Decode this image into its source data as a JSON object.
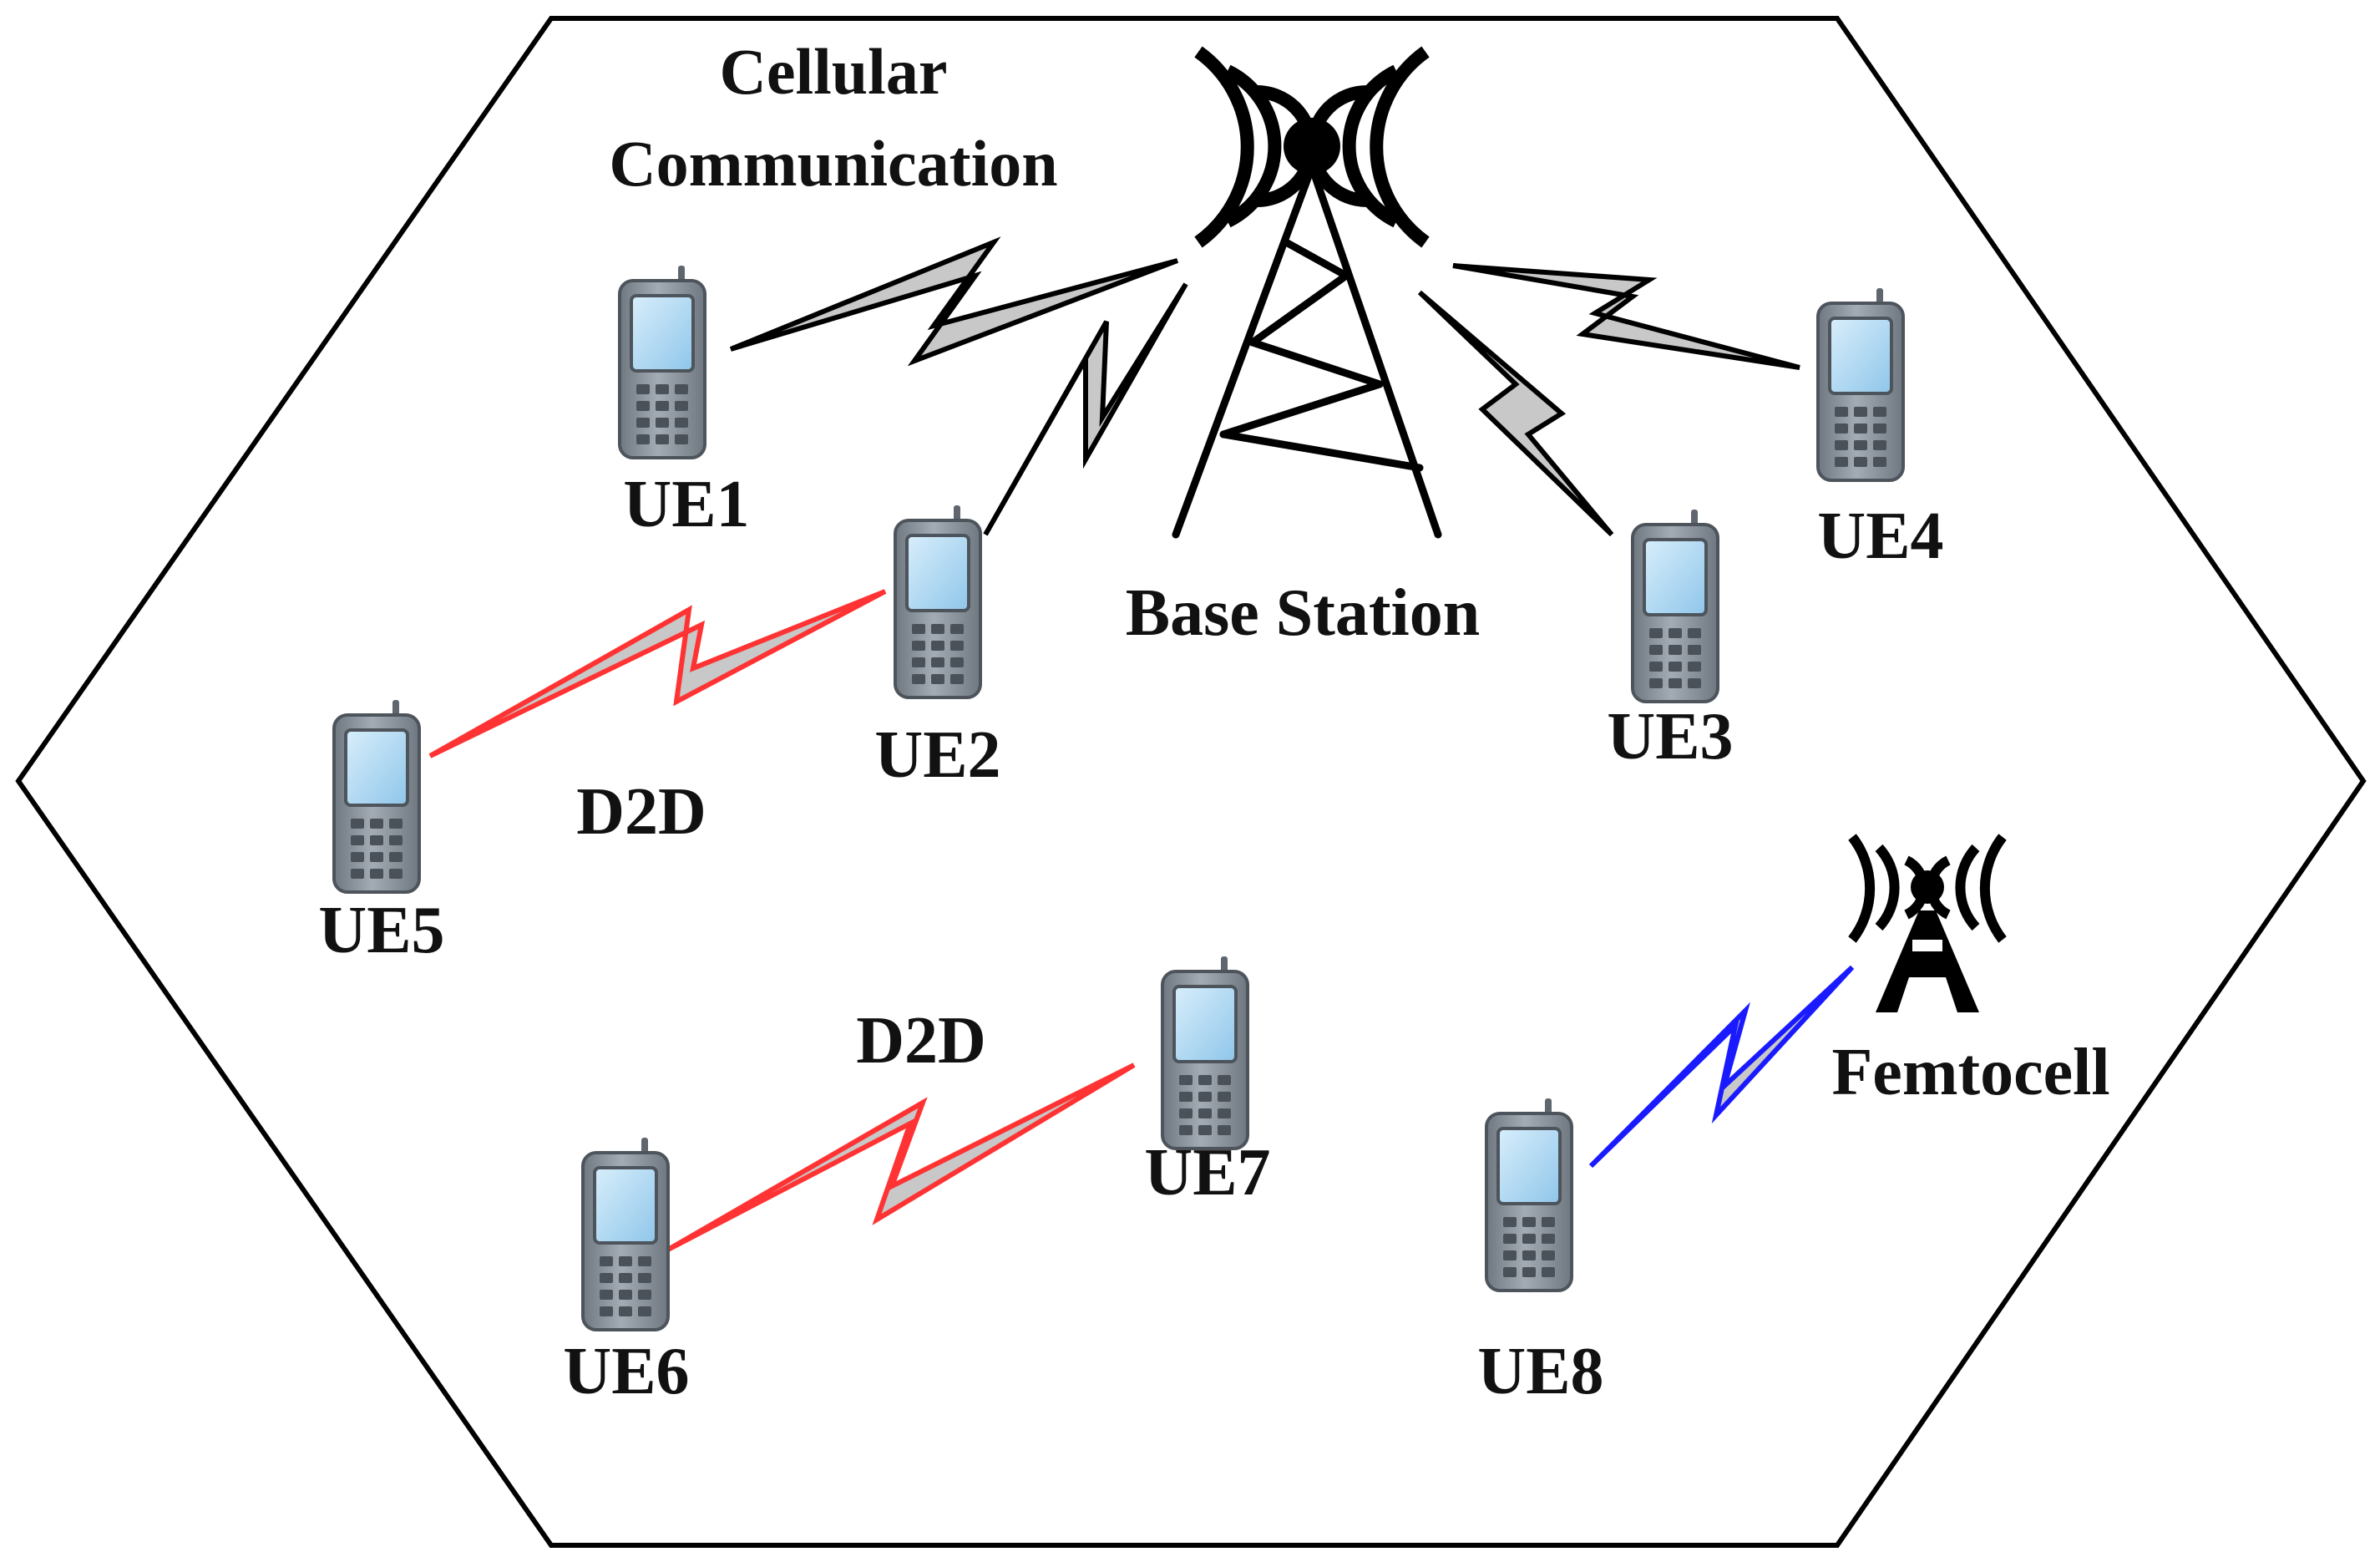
{
  "labels": {
    "cellular_line1": "Cellular",
    "cellular_line2": "Communication",
    "base_station": "Base Station",
    "femtocell": "Femtocell",
    "d2d_top": "D2D",
    "d2d_bottom": "D2D",
    "ue1": "UE1",
    "ue2": "UE2",
    "ue3": "UE3",
    "ue4": "UE4",
    "ue5": "UE5",
    "ue6": "UE6",
    "ue7": "UE7",
    "ue8": "UE8"
  },
  "colors": {
    "cellular_link": "#000000",
    "d2d_link": "#ff3333",
    "femtocell_link": "#1a1aff",
    "bolt_fill": "#c8c8c8",
    "phone_body": "#8e96a0",
    "phone_screen": "#a8d4f0"
  },
  "icons": {
    "base_station": "cell-tower-icon",
    "femtocell": "small-antenna-icon",
    "ue": "mobile-phone-icon"
  }
}
